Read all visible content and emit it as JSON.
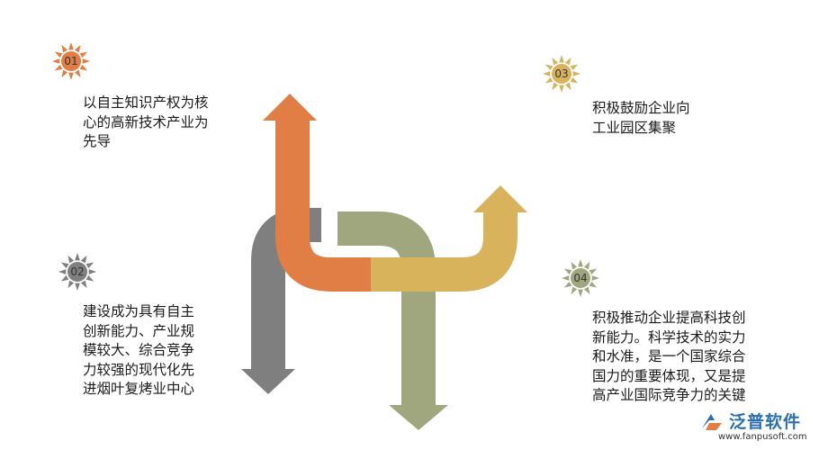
{
  "steps": [
    {
      "number": "01",
      "color": "#E07E46",
      "text": "以自主知识产权为核\n心的高新技术产业为\n先导"
    },
    {
      "number": "02",
      "color": "#7F7F7F",
      "text": "建设成为具有自主\n创新能力、产业规\n模较大、综合竞争\n力较强的现代化先\n进烟叶复烤业中心"
    },
    {
      "number": "03",
      "color": "#D9B35C",
      "text": "积极鼓励企业向\n工业园区集聚"
    },
    {
      "number": "04",
      "color": "#A0A77F",
      "text": "积极推动企业提高科技创\n新能力。科学技术的实力\n和水准，是一个国家综合\n国力的重要体现，又是提\n高产业国际竞争力的关键"
    }
  ],
  "logo": {
    "name": "泛普软件",
    "url": "www.fanpusoft.com",
    "color": "#2A6FB0"
  }
}
